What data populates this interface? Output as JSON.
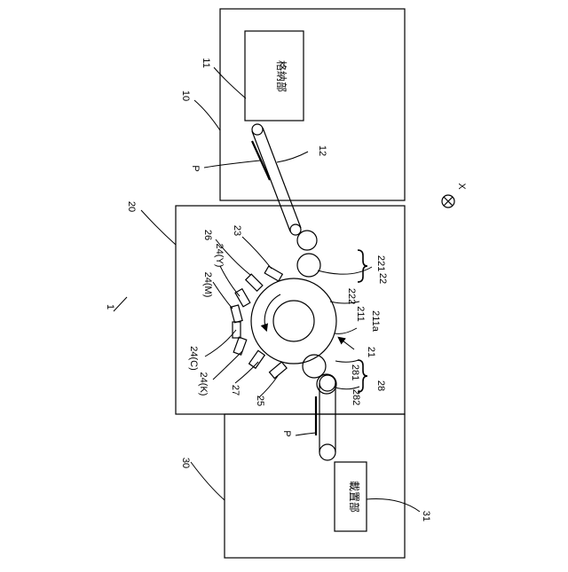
{
  "labels": {
    "device": "1",
    "unit_storage": "10",
    "storage_section": "11",
    "storage_text": "格納部",
    "feed_belt": "12",
    "paper_top": "P",
    "unit_image": "20",
    "drum_assembly": "21",
    "drum": "211",
    "drum_surface": "211a",
    "roller_pair": "22",
    "roller_a": "221",
    "roller_b": "222",
    "charger": "23",
    "dev_y": "24(Y)",
    "dev_m": "24(M)",
    "dev_c": "24(C)",
    "dev_k": "24(K)",
    "part_25": "25",
    "part_26": "26",
    "part_27": "27",
    "fuser_pair": "28",
    "fuser_a": "281",
    "fuser_b": "282",
    "paper_bottom": "P",
    "unit_output": "30",
    "output_section": "31",
    "output_text": "載置部",
    "axis_label": "X"
  }
}
